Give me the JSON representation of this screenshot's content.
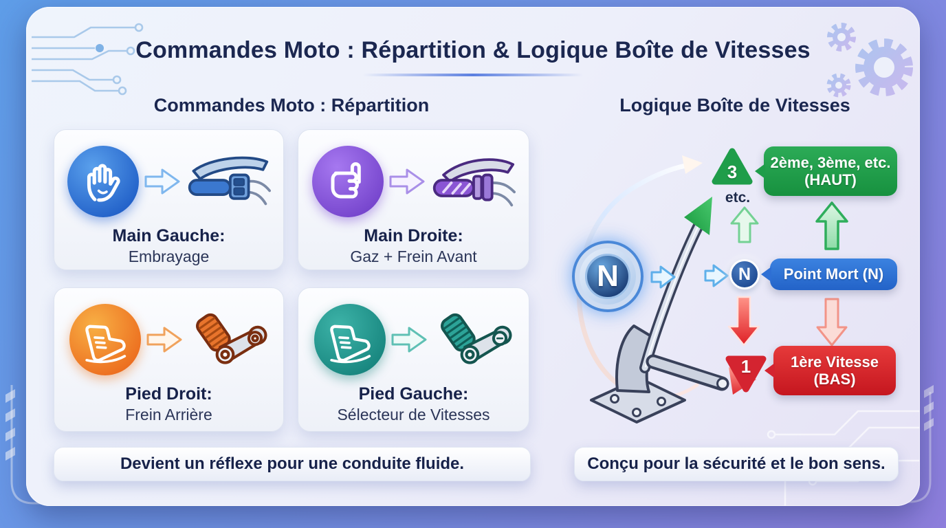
{
  "title": "Commandes Moto : Répartition & Logique Boîte de Vitesses",
  "left_section": {
    "heading": "Commandes Moto : Répartition",
    "cards": [
      {
        "label": "Main Gauche:",
        "sublabel": "Embrayage",
        "icon": "open-hand-icon",
        "target_icon": "clutch-lever-icon",
        "accent": "#2f7fe0"
      },
      {
        "label": "Main Droite:",
        "sublabel": "Gaz + Frein Avant",
        "icon": "grip-hand-icon",
        "target_icon": "throttle-brake-icon",
        "accent": "#8a5ce0"
      },
      {
        "label": "Pied Droit:",
        "sublabel": "Frein Arrière",
        "icon": "boot-icon",
        "target_icon": "rear-brake-pedal-icon",
        "accent": "#f08224"
      },
      {
        "label": "Pied Gauche:",
        "sublabel": "Sélecteur de Vitesses",
        "icon": "boot-icon",
        "target_icon": "gear-selector-icon",
        "accent": "#23a095"
      }
    ],
    "footer": "Devient un réflexe pour une conduite fluide."
  },
  "right_section": {
    "heading": "Logique Boîte de Vitesses",
    "diagram": {
      "up_node": "3",
      "up_note": "etc.",
      "up_badge_line1": "2ème, 3ème, etc.",
      "up_badge_line2": "(HAUT)",
      "neutral_dial": "N",
      "neutral_node": "N",
      "neutral_badge": "Point Mort (N)",
      "down_node": "1",
      "down_badge_line1": "1ère Vitesse",
      "down_badge_line2": "(BAS)",
      "colors": {
        "up": "#1f9d4a",
        "neutral": "#2e6fd4",
        "down": "#d42430"
      }
    },
    "footer": "Conçu pour la sécurité et le bon sens."
  }
}
